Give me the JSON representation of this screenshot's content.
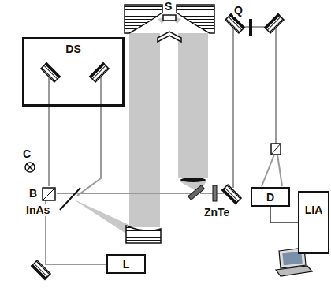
{
  "diagram": {
    "nodes": [
      {
        "text": [
          "DS"
        ]
      },
      {
        "text": [
          "D"
        ]
      },
      {
        "text": [
          "LIA"
        ]
      },
      {
        "text": [
          "L"
        ]
      }
    ],
    "edges": [
      {
        "from": 1,
        "to": 2,
        "arrow": "none"
      }
    ],
    "labels": [
      "S",
      "Q",
      "C",
      "InAs",
      "B",
      "ZnTe"
    ]
  }
}
